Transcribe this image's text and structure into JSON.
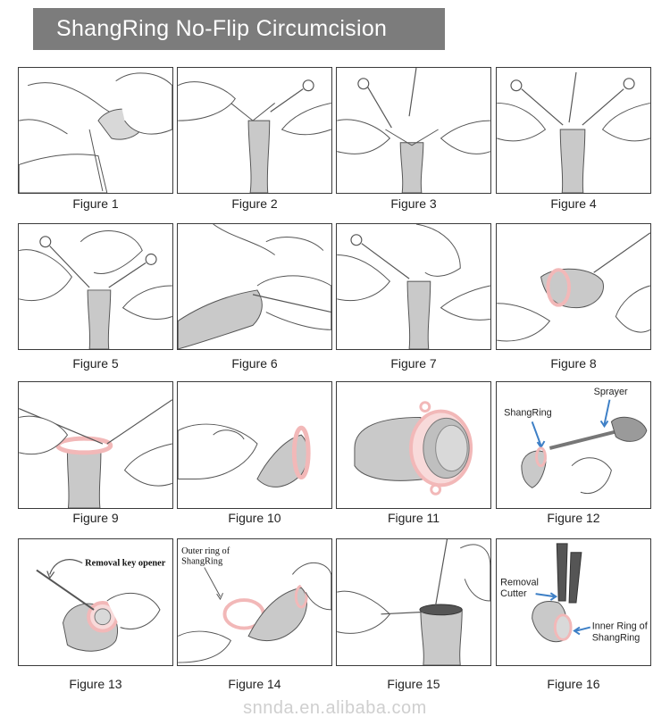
{
  "title": "ShangRing No-Flip Circumcision",
  "figures": [
    {
      "caption": "Figure 1"
    },
    {
      "caption": "Figure 2"
    },
    {
      "caption": "Figure 3"
    },
    {
      "caption": "Figure 4"
    },
    {
      "caption": "Figure 5"
    },
    {
      "caption": "Figure 6"
    },
    {
      "caption": "Figure 7"
    },
    {
      "caption": "Figure 8"
    },
    {
      "caption": "Figure 9"
    },
    {
      "caption": "Figure 10"
    },
    {
      "caption": "Figure 11"
    },
    {
      "caption": "Figure 12"
    },
    {
      "caption": "Figure 13"
    },
    {
      "caption": "Figure 14"
    },
    {
      "caption": "Figure 15"
    },
    {
      "caption": "Figure 16"
    }
  ],
  "annotations": {
    "fig12_shangring": "ShangRing",
    "fig12_sprayer": "Sprayer",
    "fig13_key": "Removal key opener",
    "fig14_outer_line1": "Outer ring of",
    "fig14_outer_line2": "ShangRing",
    "fig16_cutter_line1": "Removal",
    "fig16_cutter_line2": "Cutter",
    "fig16_inner_line1": "Inner Ring of",
    "fig16_inner_line2": "ShangRing"
  },
  "watermark": "snnda.en.alibaba.com",
  "colors": {
    "title_bg": "#7c7c7c",
    "ring_pink": "#f2b8b8",
    "arrow_blue": "#3d7fc6",
    "tissue_gray": "#c9c9c9"
  }
}
